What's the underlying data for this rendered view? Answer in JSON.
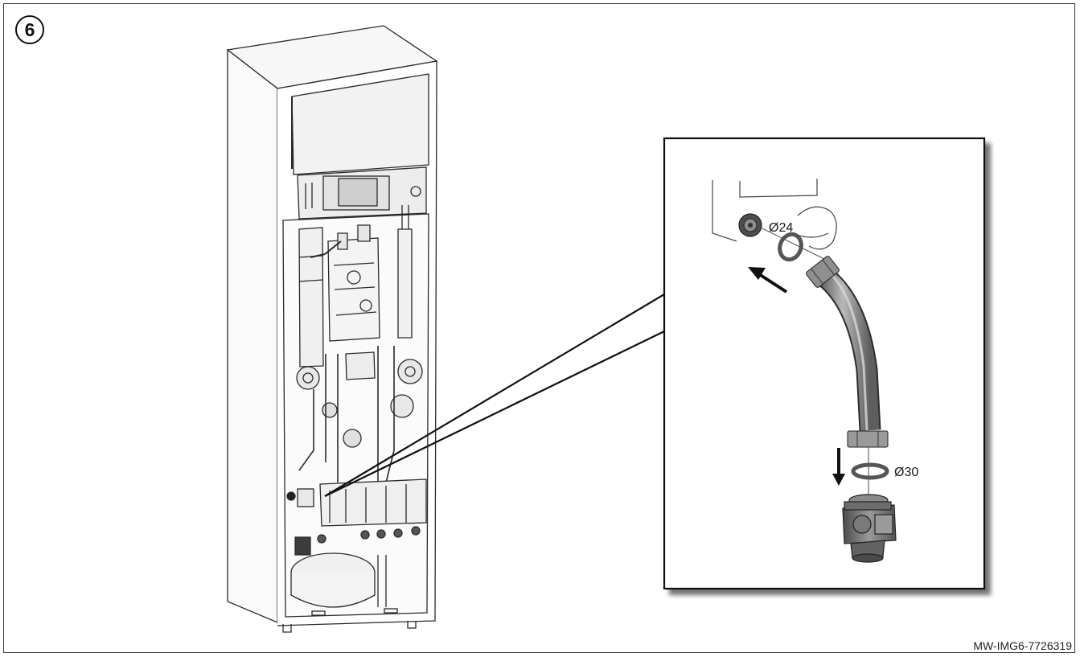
{
  "step": {
    "number": "6"
  },
  "reference": {
    "code": "MW-IMG6-7726319"
  },
  "detail": {
    "upper_diameter": "Ø24",
    "lower_diameter": "Ø30"
  },
  "colors": {
    "line": "#222222",
    "metal": "#8a8a8a",
    "frame": "#3a3a3a"
  }
}
